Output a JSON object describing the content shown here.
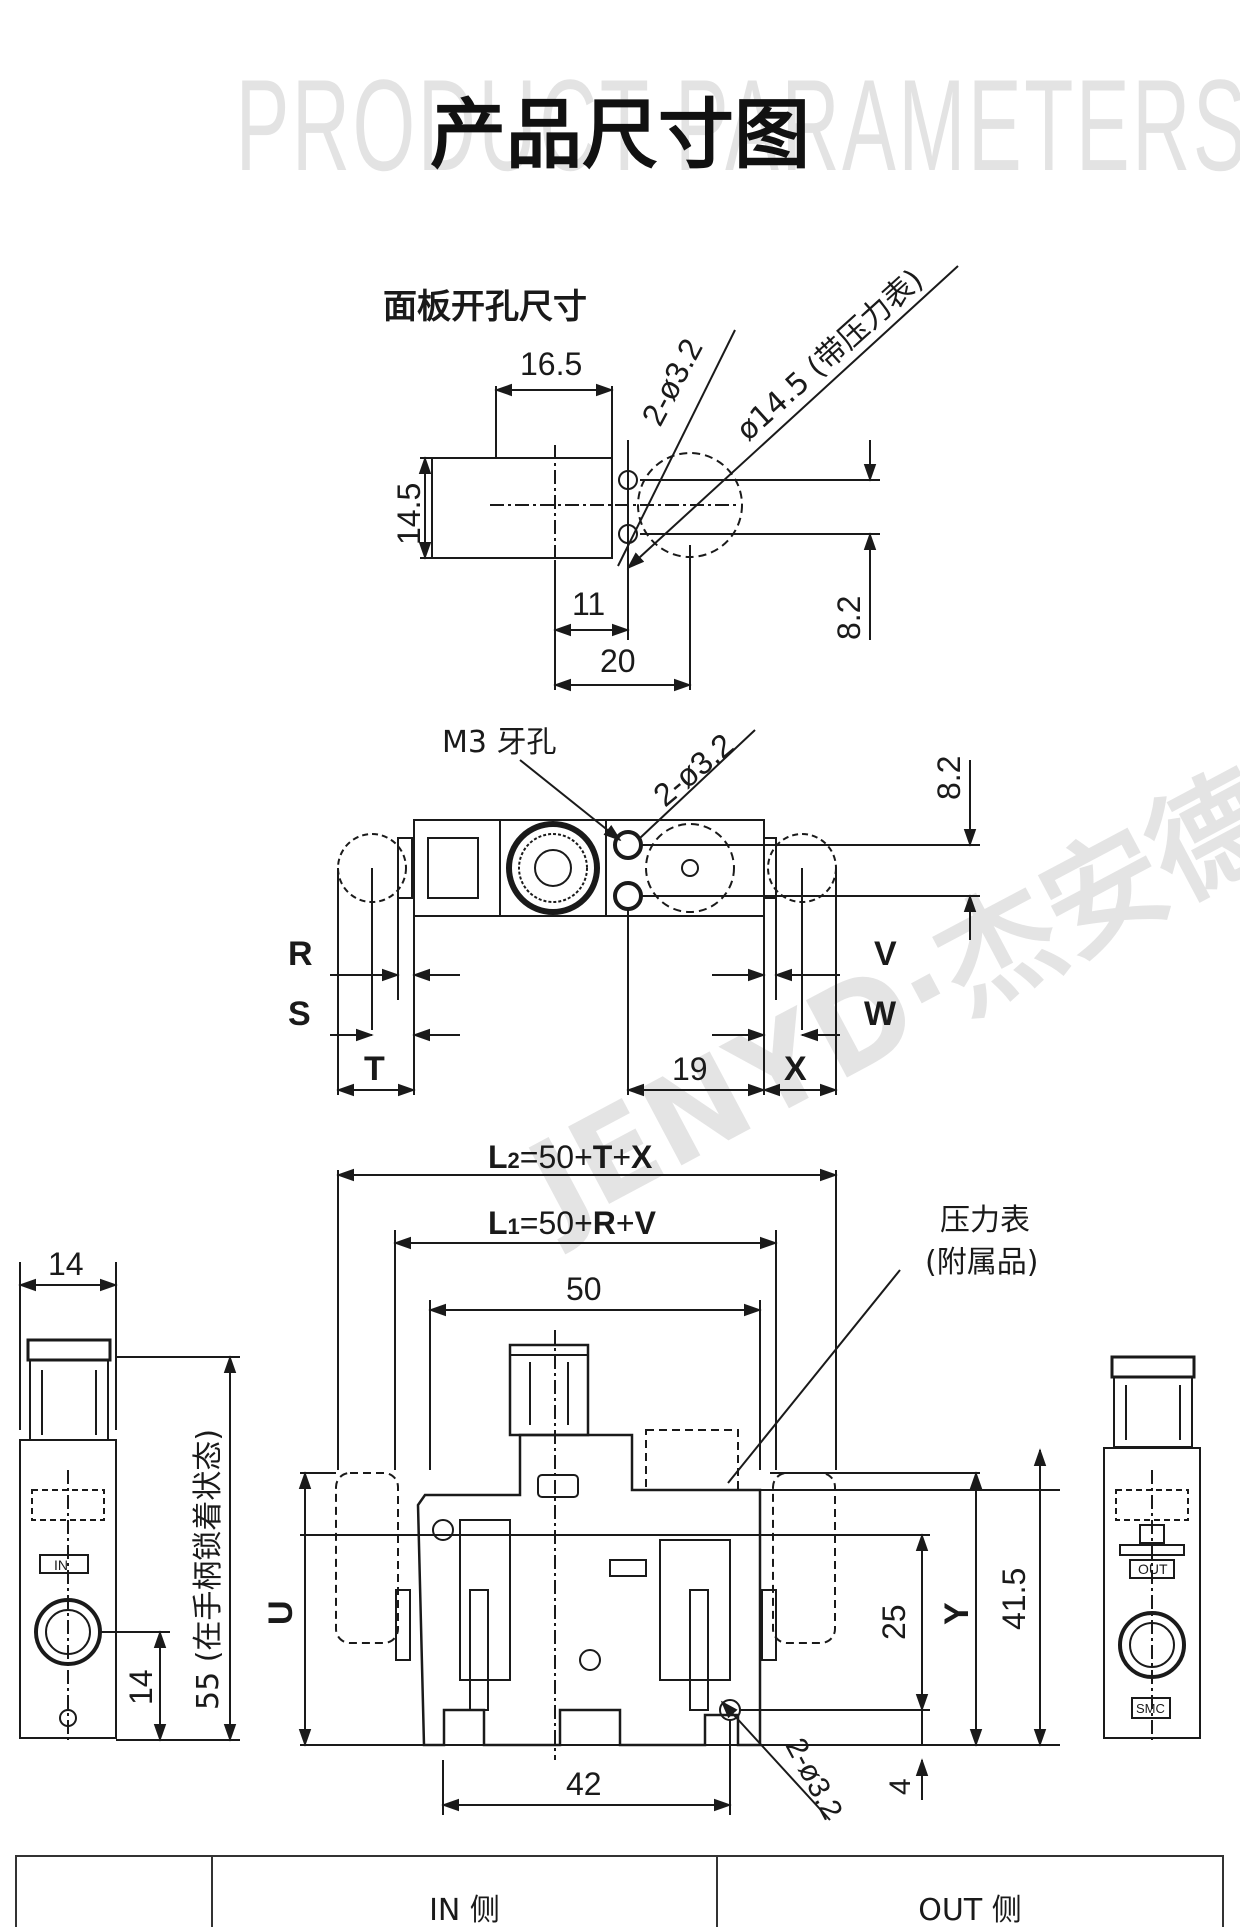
{
  "header": {
    "bg_title": "PRODUCT PARAMETERS",
    "title": "产品尺寸图"
  },
  "watermark": "JENYD·杰安德气动",
  "panel_cutout": {
    "title": "面板开孔尺寸",
    "dims": {
      "width": "16.5",
      "height": "14.5",
      "holes": "2-ø3.2",
      "gauge_hole": "ø14.5 (带压力表)",
      "offset_11": "11",
      "offset_20": "20",
      "offset_8_2": "8.2"
    }
  },
  "top_view": {
    "m3_label": "M3 牙孔",
    "holes": "2-ø3.2",
    "dim_8_2": "8.2",
    "R": "R",
    "S": "S",
    "T": "T",
    "V": "V",
    "W": "W",
    "X": "X",
    "dim_19": "19"
  },
  "front_view": {
    "L2_prefix": "L",
    "L2_sub": "2",
    "L2_eq": "=50+",
    "L2_a": "T",
    "L2_plus": "+",
    "L2_b": "X",
    "L1_prefix": "L",
    "L1_sub": "1",
    "L1_eq": "=50+",
    "L1_a": "R",
    "L1_plus": "+",
    "L1_b": "V",
    "dim_50": "50",
    "dim_42": "42",
    "dim_25": "25",
    "dim_41_5": "41.5",
    "dim_4": "4",
    "U": "U",
    "Y": "Y",
    "holes": "2-ø3.2",
    "gauge_label_1": "压力表",
    "gauge_label_2": "(附属品)"
  },
  "left_view": {
    "dim_14_top": "14",
    "dim_14_side": "14",
    "dim_55": "55 (在手柄锁着状态)",
    "port_label": "IN"
  },
  "right_view": {
    "port_label": "OUT",
    "brand_label": "SMC"
  },
  "table": {
    "headers": [
      "",
      "IN 侧",
      "OUT 侧"
    ]
  }
}
